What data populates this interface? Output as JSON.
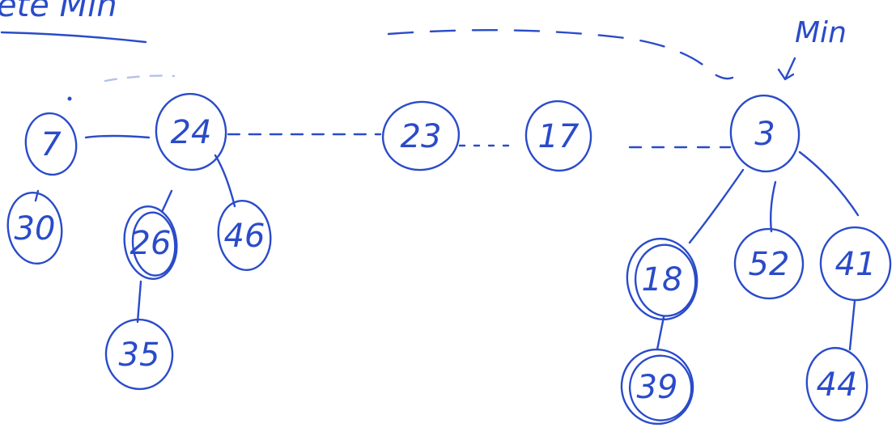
{
  "title": "ete Min",
  "min_pointer_label": "Min",
  "colors": {
    "ink": "#2a4bc9",
    "background": "#ffffff"
  },
  "nodes": [
    {
      "id": "n7",
      "label": "7"
    },
    {
      "id": "n24",
      "label": "24"
    },
    {
      "id": "n23",
      "label": "23"
    },
    {
      "id": "n17",
      "label": "17"
    },
    {
      "id": "n3",
      "label": "3"
    },
    {
      "id": "n30",
      "label": "30"
    },
    {
      "id": "n26",
      "label": "26"
    },
    {
      "id": "n46",
      "label": "46"
    },
    {
      "id": "n35",
      "label": "35"
    },
    {
      "id": "n18",
      "label": "18"
    },
    {
      "id": "n52",
      "label": "52"
    },
    {
      "id": "n41",
      "label": "41"
    },
    {
      "id": "n39",
      "label": "39"
    },
    {
      "id": "n44",
      "label": "44"
    }
  ],
  "root_list": [
    "n7",
    "n24",
    "n23",
    "n17",
    "n3"
  ],
  "marked_nodes": [
    "n26",
    "n18",
    "n39"
  ],
  "edges": [
    {
      "from": "n7",
      "to": "n30"
    },
    {
      "from": "n24",
      "to": "n26"
    },
    {
      "from": "n24",
      "to": "n46"
    },
    {
      "from": "n26",
      "to": "n35"
    },
    {
      "from": "n3",
      "to": "n18"
    },
    {
      "from": "n3",
      "to": "n52"
    },
    {
      "from": "n3",
      "to": "n41"
    },
    {
      "from": "n18",
      "to": "n39"
    },
    {
      "from": "n41",
      "to": "n44"
    }
  ]
}
